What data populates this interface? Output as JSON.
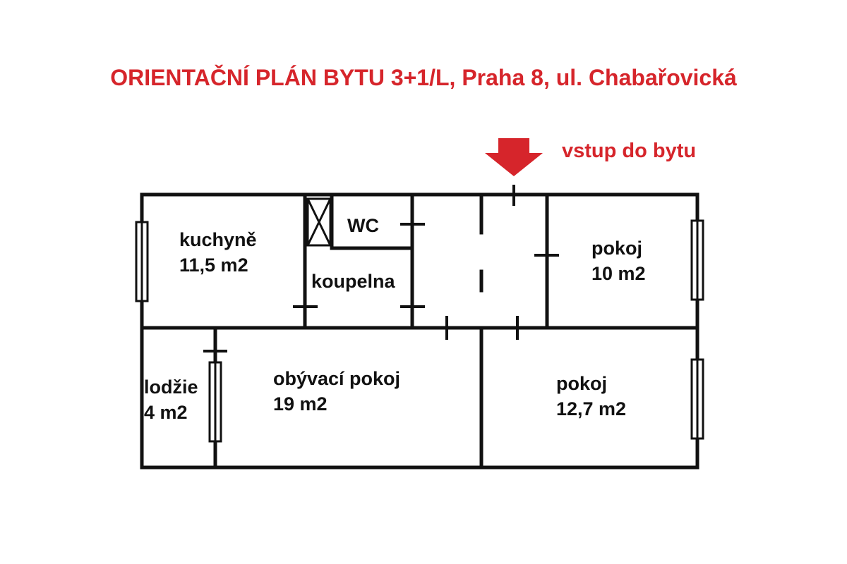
{
  "title": "ORIENTAČNÍ PLÁN BYTU 3+1/L, Praha 8, ul. Chabařovická",
  "entrance": {
    "label": "vstup do bytu"
  },
  "rooms": {
    "kitchen": {
      "name": "kuchyně",
      "area": "11,5 m2"
    },
    "wc": {
      "name": "WC"
    },
    "bathroom": {
      "name": "koupelna"
    },
    "room1": {
      "name": "pokoj",
      "area": "10 m2"
    },
    "loggia": {
      "name": "lodžie",
      "area": "4 m2"
    },
    "living": {
      "name": "obývací pokoj",
      "area": "19 m2"
    },
    "room2": {
      "name": "pokoj",
      "area": "12,7 m2"
    }
  },
  "colors": {
    "accent": "#d6252b",
    "walls": "#111111",
    "background": "#ffffff"
  },
  "icons": {
    "entrance": "arrow-down-icon",
    "shaft": "ventilation-shaft-icon"
  }
}
